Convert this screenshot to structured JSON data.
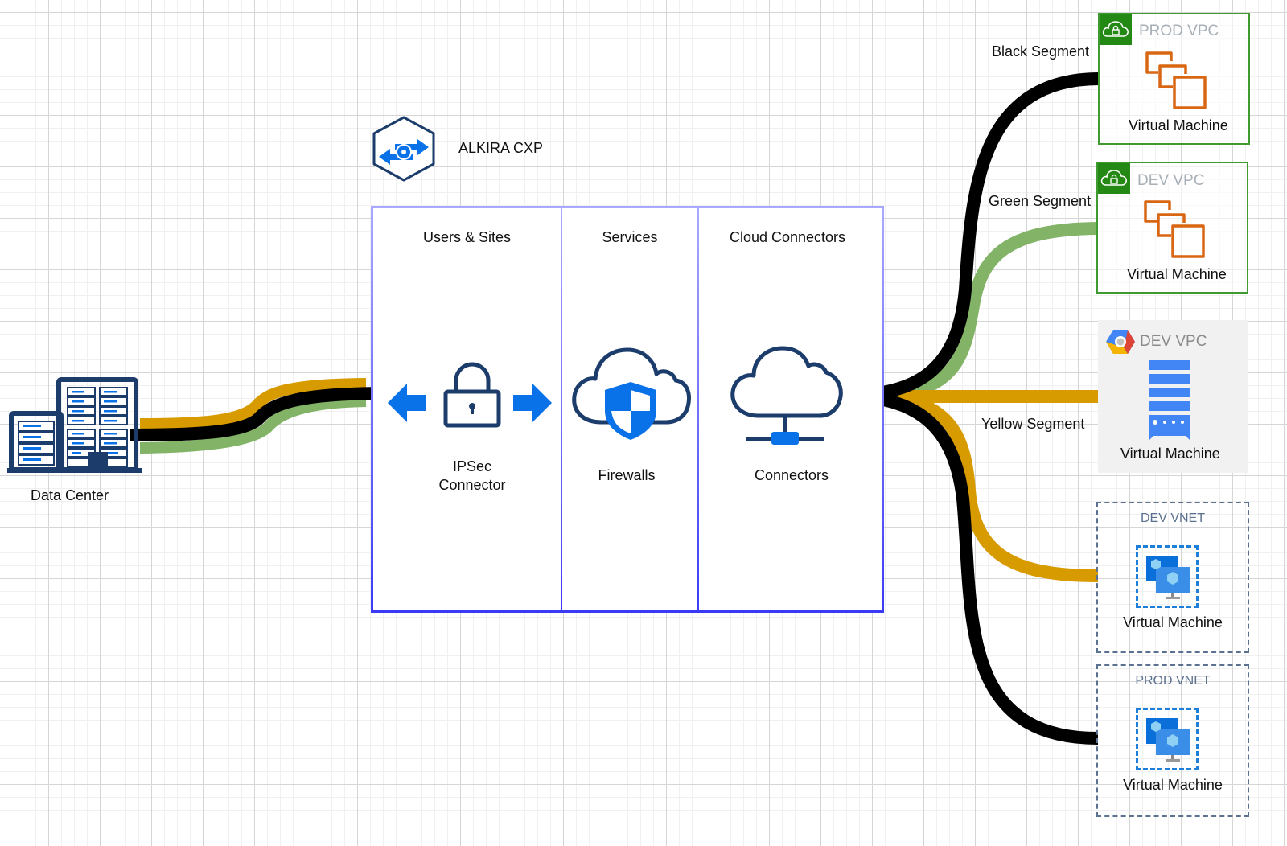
{
  "diagram": {
    "title": "ALKIRA CXP",
    "data_center": {
      "label": "Data Center"
    },
    "container": {
      "columns": [
        {
          "title": "Users & Sites",
          "item_label_line1": "IPSec",
          "item_label_line2": "Connector",
          "icon": "padlock-icon"
        },
        {
          "title": "Services",
          "item_label": "Firewalls",
          "icon": "cloud-shield-icon"
        },
        {
          "title": "Cloud Connectors",
          "item_label": "Connectors",
          "icon": "cloud-network-icon"
        }
      ]
    },
    "segments": [
      {
        "name": "Black Segment",
        "color": "#000000"
      },
      {
        "name": "Green Segment",
        "color": "#82b366"
      },
      {
        "name": "Yellow Segment",
        "color": "#d79b00"
      }
    ],
    "destinations": [
      {
        "provider": "aws",
        "title": "PROD VPC",
        "label": "Virtual Machine",
        "segment": "Black Segment"
      },
      {
        "provider": "aws",
        "title": "DEV VPC",
        "label": "Virtual Machine",
        "segment": "Green Segment"
      },
      {
        "provider": "gcp",
        "title": "DEV VPC",
        "label": "Virtual Machine",
        "segment": "Yellow Segment"
      },
      {
        "provider": "azure",
        "title": "DEV VNET",
        "label": "Virtual Machine",
        "segment": "Yellow Segment"
      },
      {
        "provider": "azure",
        "title": "PROD VNET",
        "label": "Virtual Machine",
        "segment": "Black Segment"
      }
    ],
    "colors": {
      "icon_navy": "#1c3d6b",
      "accent_blue": "#0a72e8",
      "aws_green": "#248814",
      "aws_orange": "#d86613",
      "gcp_blue": "#4285f4",
      "container_border": "#3b3bf5"
    }
  }
}
